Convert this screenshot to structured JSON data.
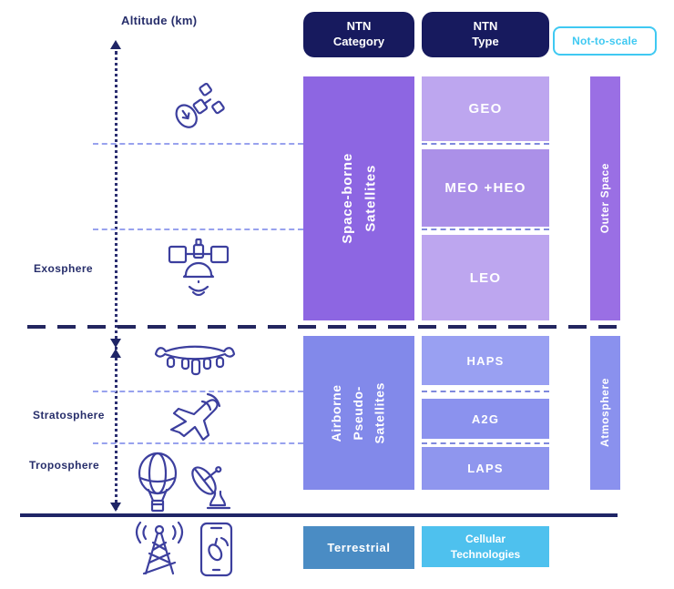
{
  "header": {
    "category": {
      "line1": "NTN",
      "line2": "Category"
    },
    "type": {
      "line1": "NTN",
      "line2": "Type"
    },
    "not_to_scale": "Not-to-scale"
  },
  "axis": {
    "title": "Altitude (km)",
    "exosphere": "Exosphere",
    "stratosphere": "Stratosphere",
    "troposphere": "Troposphere"
  },
  "categories": {
    "space_borne": {
      "line1": "Space-borne",
      "line2": "Satellites"
    },
    "airborne": {
      "line1": "Airborne",
      "line2": "Pseudo-",
      "line3": "Satellites"
    },
    "terrestrial": "Terrestrial"
  },
  "types": {
    "geo": "GEO",
    "meo_heo": "MEO +HEO",
    "leo": "LEO",
    "haps": "HAPS",
    "a2g": "A2G",
    "laps": "LAPS",
    "cellular": {
      "line1": "Cellular",
      "line2": "Technologies"
    }
  },
  "regions": {
    "outer_space": "Outer Space",
    "atmosphere": "Atmosphere"
  },
  "icons": {
    "tilted_satellite": "tilted-satellite-icon",
    "geo_satellite": "geo-satellite-icon",
    "haps_airship": "haps-airship-icon",
    "airplane": "airplane-icon",
    "balloon": "hot-air-balloon-icon",
    "ground_dish": "ground-dish-icon",
    "cell_tower": "cell-tower-icon",
    "smartphone": "smartphone-icon"
  },
  "colors": {
    "pill_bg": "#171a5e",
    "cyan": "#3fc9f2",
    "space_borne": "#8d66e2",
    "type_light": "#bda6ef",
    "type_mid": "#ab90e8",
    "outer_space": "#9a6fe4",
    "airborne": "#8289ea",
    "haps": "#99a0f2",
    "a2g": "#8b92ee",
    "laps": "#8f96ee",
    "atmosphere": "#8a91ee",
    "terrestrial": "#4a8cc4",
    "cellular": "#4ec1ee",
    "icon_stroke": "#3c3f9e",
    "line_navy": "#1f2566",
    "dash_light": "#98a2ee"
  }
}
